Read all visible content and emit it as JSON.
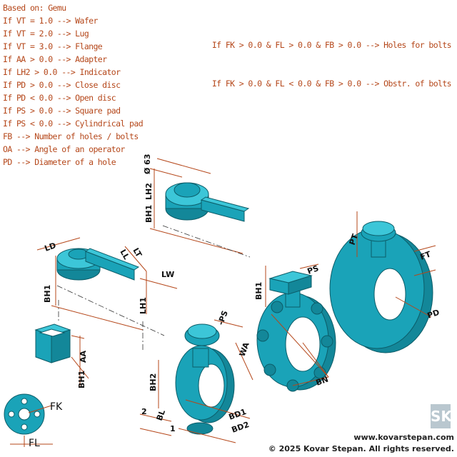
{
  "legend_left": [
    "Based on: Gemu",
    "If VT = 1.0 --> Wafer",
    "If VT = 2.0 --> Lug",
    "If VT = 3.0 --> Flange",
    "If AA > 0.0 --> Adapter",
    "If LH2 > 0.0 --> Indicator",
    "If PD > 0.0 --> Close disc",
    "If PD < 0.0 --> Open disc",
    "If PS > 0.0 --> Square pad",
    "If PS < 0.0 --> Cylindrical pad",
    "FB --> Number of holes / bolts",
    "OA --> Angle of an operator",
    "PD --> Diameter of a hole"
  ],
  "legend_right": [
    "If FK > 0.0 & FL > 0.0 & FB > 0.0 --> Holes for bolts",
    "If FK > 0.0 & FL < 0.0 & FB > 0.0 --> Obstr. of bolts"
  ],
  "dims": {
    "lh2": "LH2",
    "d63": "Ø 63",
    "bh1_top": "BH1",
    "ld": "LD",
    "ll": "LL",
    "lt": "LT",
    "lw": "LW",
    "bh1_left": "BH1",
    "lh1": "LH1",
    "bh1_adapter": "BH1",
    "aa": "AA",
    "fk": "FK",
    "fl": "FL",
    "ps_small": "-PS",
    "wa": "WA",
    "bh2": "BH2",
    "two": "2",
    "bl": "BL",
    "one": "1",
    "bd1": "BD1",
    "bd2": "BD2",
    "ps_lug": "PS",
    "bh1_lug": "BH1",
    "bn": "BN",
    "pt": "PT",
    "ft": "FT",
    "pd": "PD"
  },
  "footer": {
    "website": "www.kovarstepan.com",
    "copyright": "© 2025 Kovar Stepan. All rights reserved."
  },
  "colors": {
    "legend_text": "#b5471a",
    "part_fill": "#1aa3b8",
    "part_edge": "#0c5c68",
    "dimension_line": "#b5471a"
  }
}
